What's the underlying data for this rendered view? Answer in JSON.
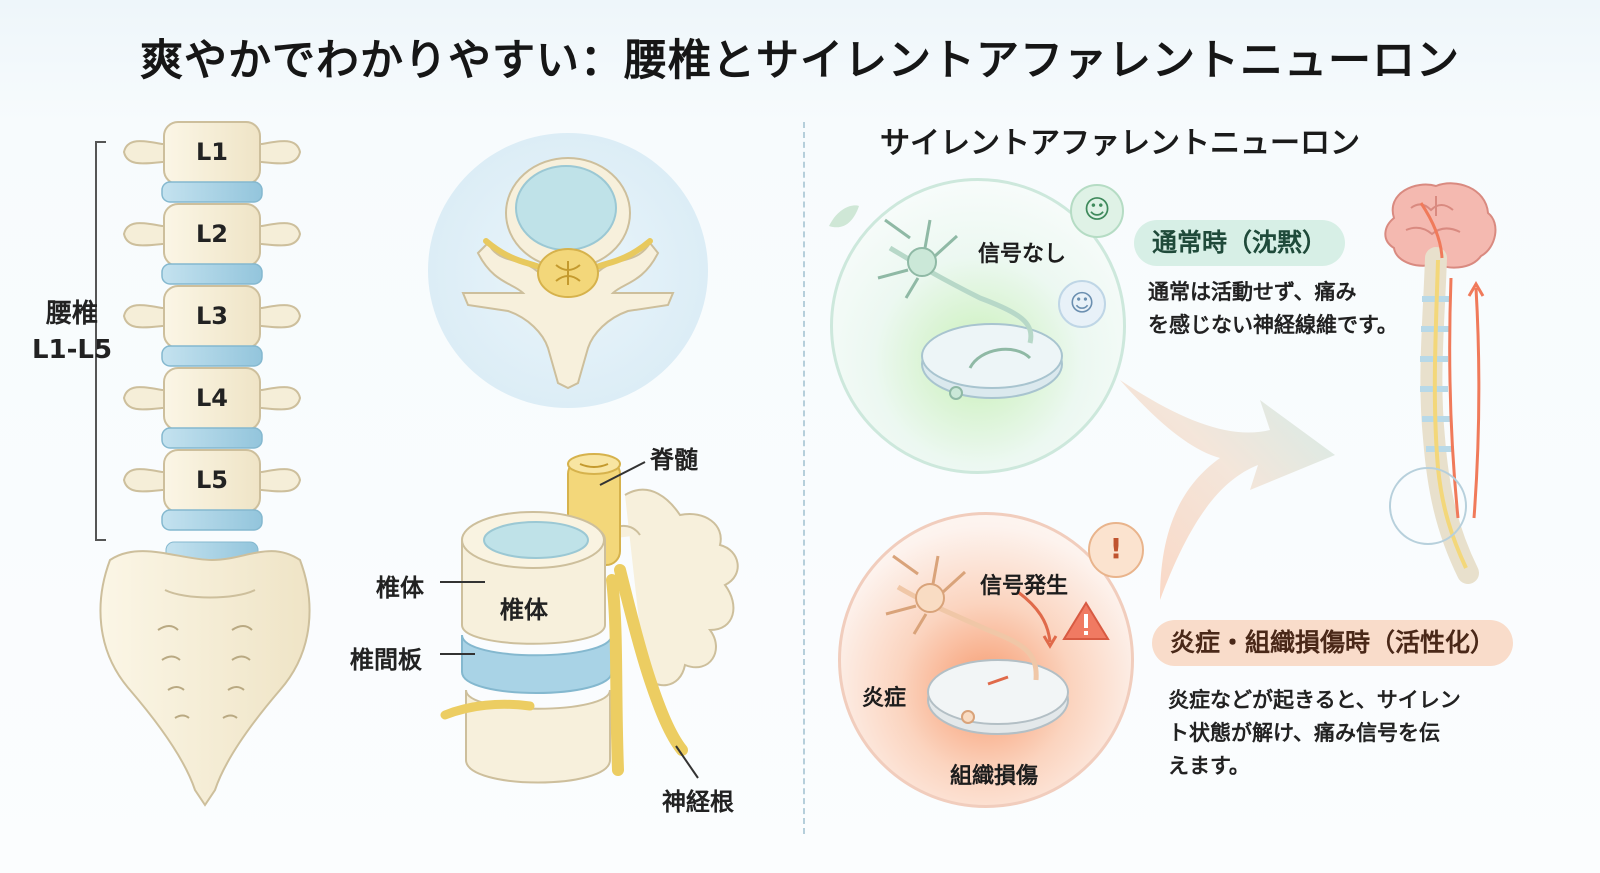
{
  "title": "爽やかでわかりやすい：腰椎とサイレントアファレントニューロン",
  "left": {
    "vertebrae": [
      "L1",
      "L2",
      "L3",
      "L4",
      "L5"
    ],
    "lumbar_label_line1": "腰椎",
    "lumbar_label_line2": "L1-L5",
    "detail": {
      "spinal_cord": "脊髄",
      "vertebral_body_callout": "椎体",
      "vertebral_body_on": "椎体",
      "disc": "椎間板",
      "nerve_root": "神経根"
    }
  },
  "right": {
    "heading": "サイレントアファレントニューロン",
    "normal": {
      "signal": "信号なし",
      "pill": "通常時（沈黙）",
      "desc_line1": "通常は活動せず、痛み",
      "desc_line2": "を感じない神経線維です。"
    },
    "active": {
      "signal": "信号発生",
      "inflammation": "炎症",
      "tissue": "組織損傷",
      "pill": "炎症・組織損傷時（活性化）",
      "desc_line1": "炎症などが起きると、サイレン",
      "desc_line2": "ト状態が解け、痛み信号を伝",
      "desc_line3": "えます。",
      "alert_mark": "!"
    }
  },
  "colors": {
    "bone": "#f7f0dc",
    "bone_stroke": "#cdbf9c",
    "disc": "#a9d3e6",
    "nerve": "#f3d77a",
    "calm": "#d7efe6",
    "active": "#f7d6c2",
    "accent_orange": "#f08060"
  }
}
